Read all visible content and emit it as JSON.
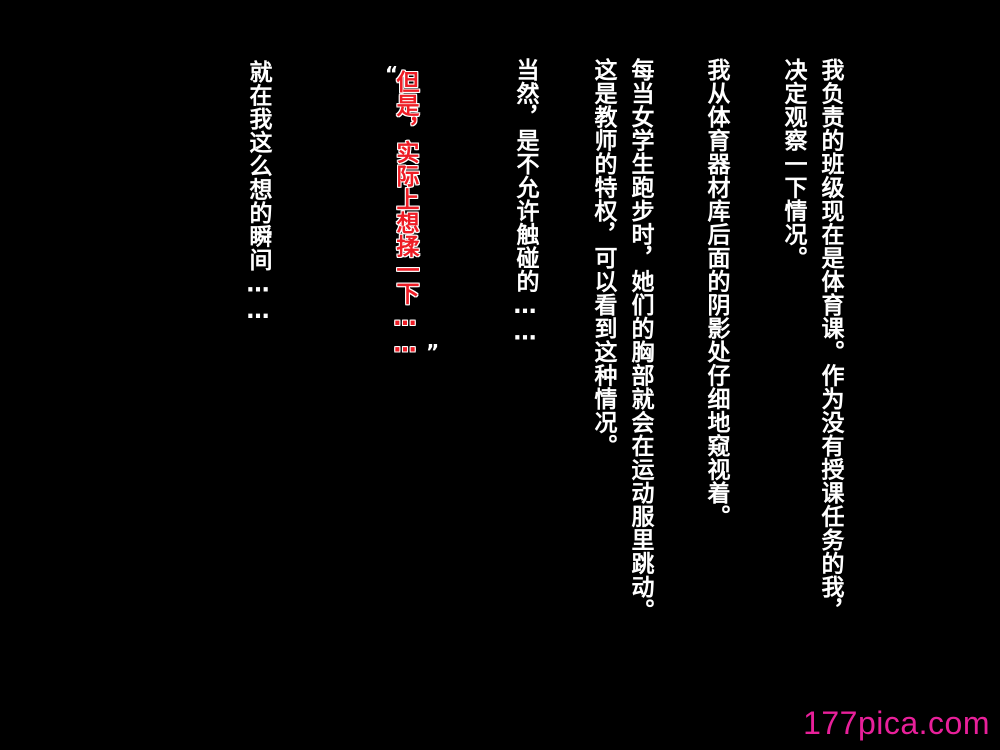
{
  "colors": {
    "background": "#000000",
    "text": "#ffffff",
    "emphasis": "#ee1c25",
    "watermark": "#e8209a"
  },
  "lines": [
    "我负责的班级现在是体育课。作为没有授课任务的我，",
    "决定观察一下情况。",
    "我从体育器材库后面的阴影处仔细地窥视着。",
    "每当女学生跑步时，她们的胸部就会在运动服里跳动。",
    "这是教师的特权，可以看到这种情况。",
    "当然，是不允许触碰的……",
    "“但是，实际上想揉一下……”",
    "就在我这么想的瞬间……"
  ],
  "quote_open": "“",
  "quote_body": "但是，实际上想揉一下……",
  "quote_close": "”",
  "watermark": "177pica.com"
}
